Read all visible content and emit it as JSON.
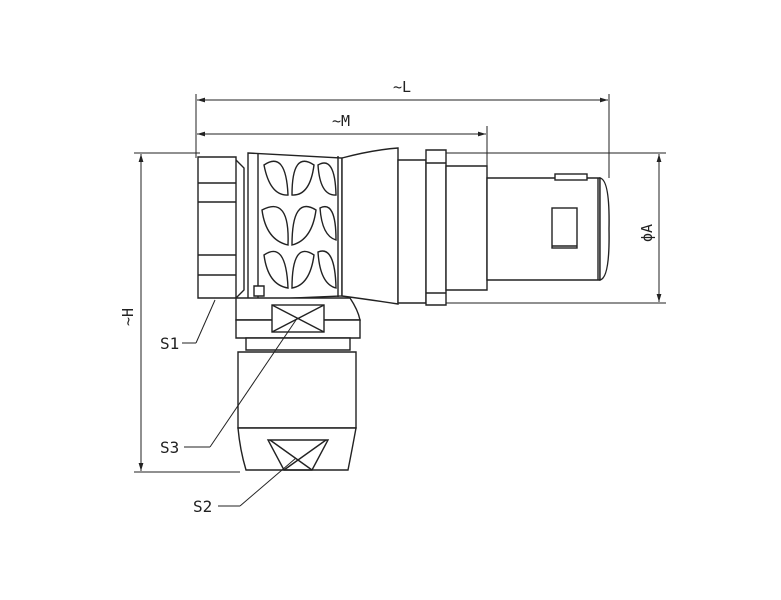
{
  "dimensions": {
    "L": "~L",
    "M": "~M",
    "H": "~H",
    "A": "ϕA"
  },
  "callouts": {
    "s1": "S1",
    "s2": "S2",
    "s3": "S3"
  },
  "colors": {
    "line": "#222222",
    "background": "#ffffff"
  }
}
